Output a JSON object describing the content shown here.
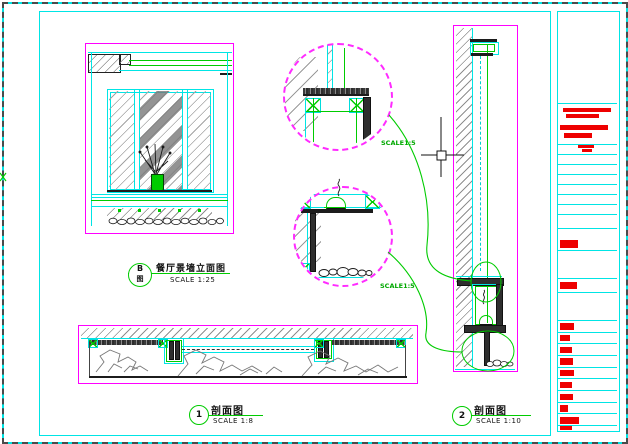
{
  "app": {
    "type": "cad-drawing-viewport"
  },
  "colors": {
    "magenta": "#FF00FF",
    "cyan": "#00E5E5",
    "green": "#00CC00",
    "red": "#EE0000",
    "line_dark": "#1C1C1C",
    "hatch_gray": "#8F8F8F",
    "background": "#FFFFFF"
  },
  "callouts": {
    "detail_b": {
      "bubble_top": "B",
      "bubble_bottom": "图",
      "title": "餐厅景墙立面图",
      "scale": "SCALE 1:25"
    },
    "section_1": {
      "bubble": "1",
      "title": "剖面图",
      "scale": "SCALE 1:8"
    },
    "section_2": {
      "bubble": "2",
      "title": "剖面图",
      "scale": "SCALE 1:10"
    },
    "detail_scale_1": "SCALE1:5",
    "detail_scale_2": "SCALE1:5"
  },
  "titleblock": {
    "row_lines_y": [
      103,
      144,
      154,
      164,
      174,
      184,
      194,
      204,
      214,
      228,
      250,
      278,
      292,
      320,
      332,
      343,
      355,
      367,
      378,
      390,
      402,
      413,
      425
    ],
    "text_bars": [
      [
        563,
        108,
        48,
        4
      ],
      [
        566,
        114,
        33,
        4
      ],
      [
        560,
        125,
        48,
        5
      ],
      [
        564,
        133,
        28,
        5
      ],
      [
        578,
        145,
        16,
        3
      ],
      [
        582,
        149,
        10,
        3
      ],
      [
        560,
        240,
        18,
        8
      ],
      [
        560,
        282,
        17,
        7
      ],
      [
        560,
        323,
        14,
        7
      ],
      [
        560,
        335,
        10,
        6
      ],
      [
        560,
        347,
        12,
        6
      ],
      [
        560,
        358,
        13,
        7
      ],
      [
        560,
        370,
        14,
        6
      ],
      [
        560,
        382,
        12,
        6
      ],
      [
        560,
        394,
        13,
        6
      ],
      [
        560,
        405,
        8,
        7
      ],
      [
        560,
        417,
        19,
        7
      ],
      [
        560,
        426,
        12,
        4
      ]
    ]
  }
}
